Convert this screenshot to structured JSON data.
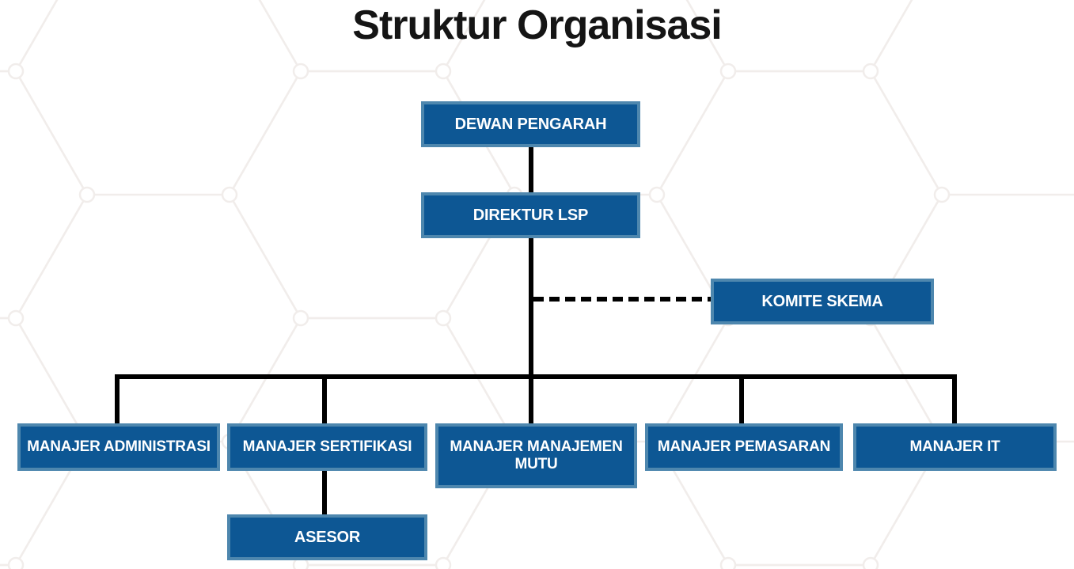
{
  "title": "Struktur Organisasi",
  "colors": {
    "title": "#151515",
    "box_fill": "#0d5794",
    "box_border": "#4e87ae",
    "box_text": "#ffffff",
    "line": "#000000",
    "hex_pattern": "#f1edeb"
  },
  "nodes": {
    "dewan_pengarah": "DEWAN PENGARAH",
    "direktur_lsp": "DIREKTUR LSP",
    "komite_skema": "KOMITE SKEMA",
    "manajer_administrasi": "MANAJER ADMINISTRASI",
    "manajer_sertifikasi": "MANAJER SERTIFIKASI",
    "manajer_manajemen_mutu": "MANAJER MANAJEMEN MUTU",
    "manajer_pemasaran": "MANAJER PEMASARAN",
    "manajer_it": "MANAJER IT",
    "asesor": "ASESOR"
  },
  "edges": [
    {
      "from": "dewan_pengarah",
      "to": "direktur_lsp",
      "style": "solid"
    },
    {
      "from": "direktur_lsp",
      "to": "komite_skema",
      "style": "dashed"
    },
    {
      "from": "direktur_lsp",
      "to": "manajer_administrasi",
      "style": "solid"
    },
    {
      "from": "direktur_lsp",
      "to": "manajer_sertifikasi",
      "style": "solid"
    },
    {
      "from": "direktur_lsp",
      "to": "manajer_manajemen_mutu",
      "style": "solid"
    },
    {
      "from": "direktur_lsp",
      "to": "manajer_pemasaran",
      "style": "solid"
    },
    {
      "from": "direktur_lsp",
      "to": "manajer_it",
      "style": "solid"
    },
    {
      "from": "manajer_sertifikasi",
      "to": "asesor",
      "style": "solid"
    }
  ]
}
